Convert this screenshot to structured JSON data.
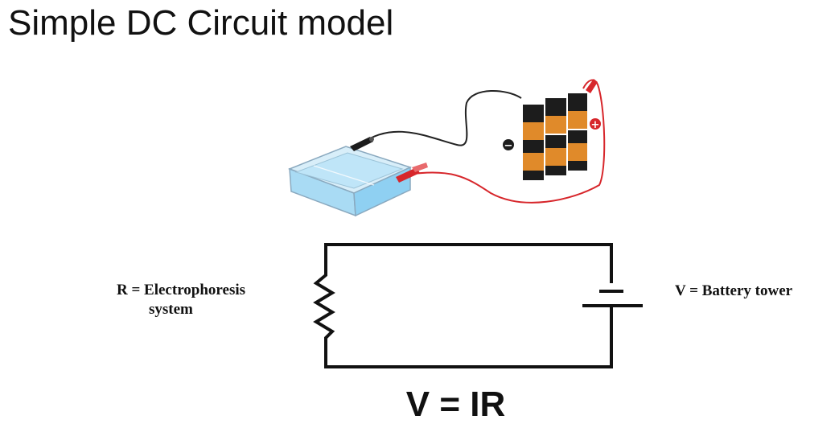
{
  "title": "Simple DC Circuit model",
  "illustration": {
    "battery_negative_symbol": "−",
    "battery_positive_symbol": "+",
    "colors": {
      "buffer_liquid": "#8fd0f2",
      "red_wire": "#d7262b",
      "black_wire": "#222222",
      "battery_orange": "#e08a2a",
      "battery_black": "#1c1c1c"
    }
  },
  "circuit": {
    "resistor_label_line1": "R = Electrophoresis",
    "resistor_label_line2": "system",
    "battery_label": "V = Battery tower"
  },
  "equation": "V = IR"
}
